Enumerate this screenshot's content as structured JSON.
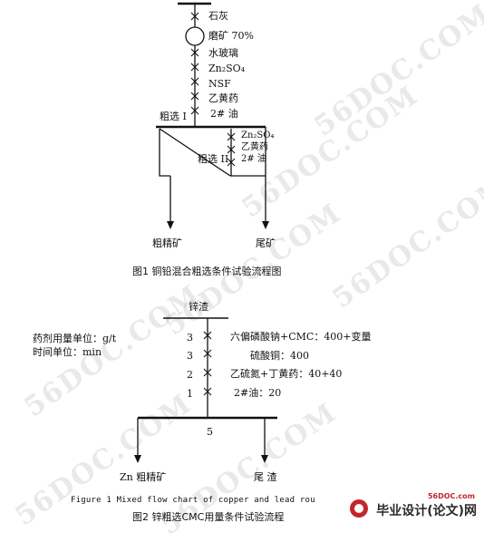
{
  "figure1": {
    "reagents_top": [
      "石灰",
      "磨矿 70%",
      "水玻璃",
      "Zn₂SO₄",
      "NSF",
      "乙黄药",
      "2# 油"
    ],
    "rougher1_label": "粗选 I",
    "reagents_second": [
      "Zn₂SO₄",
      "乙黄药",
      "2# 油"
    ],
    "rougher2_label": "粗选 II",
    "output_left": "粗精矿",
    "output_right": "尾矿",
    "caption": "图1 铜铅混合粗选条件试验流程图"
  },
  "figure2": {
    "feed_label": "锌渣",
    "units_dosage": "药剂用量单位：g/t",
    "units_time": "时间单位：min",
    "steps": [
      {
        "time": "3",
        "reagent": "六偏磷酸钠+CMC：400+变量"
      },
      {
        "time": "3",
        "reagent": "硫酸铜：400"
      },
      {
        "time": "2",
        "reagent": "乙硫氮+丁黄药：40+40"
      },
      {
        "time": "1",
        "reagent": "2#油：20"
      }
    ],
    "flotation_time": "5",
    "output_left": "Zn 粗精矿",
    "output_right": "尾  渣",
    "caption_en": "Figure 1 Mixed flow chart of copper and lead rou",
    "caption": "图2 锌粗选CMC用量条件试验流程"
  },
  "watermark": {
    "text": "56DOC.COM"
  },
  "logo": {
    "site": "56DOC.com",
    "name": "毕业设计(论文)网"
  }
}
